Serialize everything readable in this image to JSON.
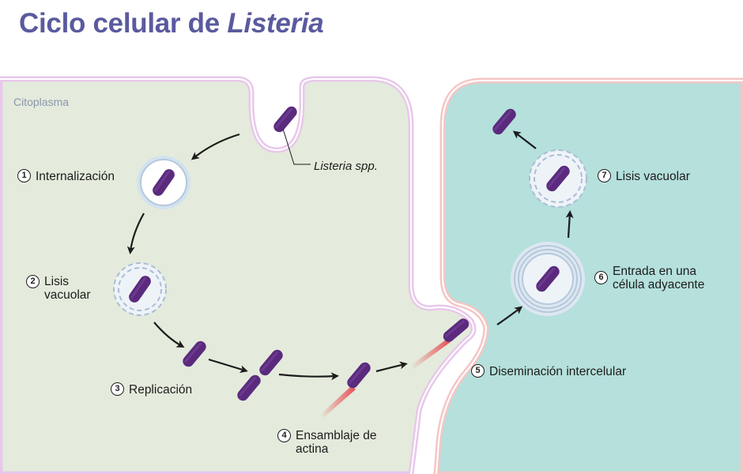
{
  "title": {
    "prefix": "Ciclo celular de ",
    "italic": "Listeria"
  },
  "regions": {
    "left_cell_label": "Citoplasma"
  },
  "organism_label": "Listeria spp.",
  "steps": [
    {
      "number": "1",
      "label": "Internalización"
    },
    {
      "number": "2",
      "label_line1": "Lisis",
      "label_line2": "vacuolar"
    },
    {
      "number": "3",
      "label": "Replicación"
    },
    {
      "number": "4",
      "label_line1": "Ensamblaje de",
      "label_line2": "actina"
    },
    {
      "number": "5",
      "label": "Diseminación intercelular"
    },
    {
      "number": "6",
      "label_line1": "Entrada en una",
      "label_line2": "célula adyacente"
    },
    {
      "number": "7",
      "label": "Lisis vacuolar"
    }
  ],
  "colors": {
    "title": "#5a5a9e",
    "left_cytoplasm": "#e4ebdc",
    "right_cytoplasm": "#b5e0dc",
    "left_membrane": "#e8c8ea",
    "right_membrane": "#f4c6c6",
    "bacterium": "#5b2a7e",
    "actin_tail": "#e8474f",
    "vacuole": "#c9d9ea",
    "arrow": "#1c1c1c"
  }
}
